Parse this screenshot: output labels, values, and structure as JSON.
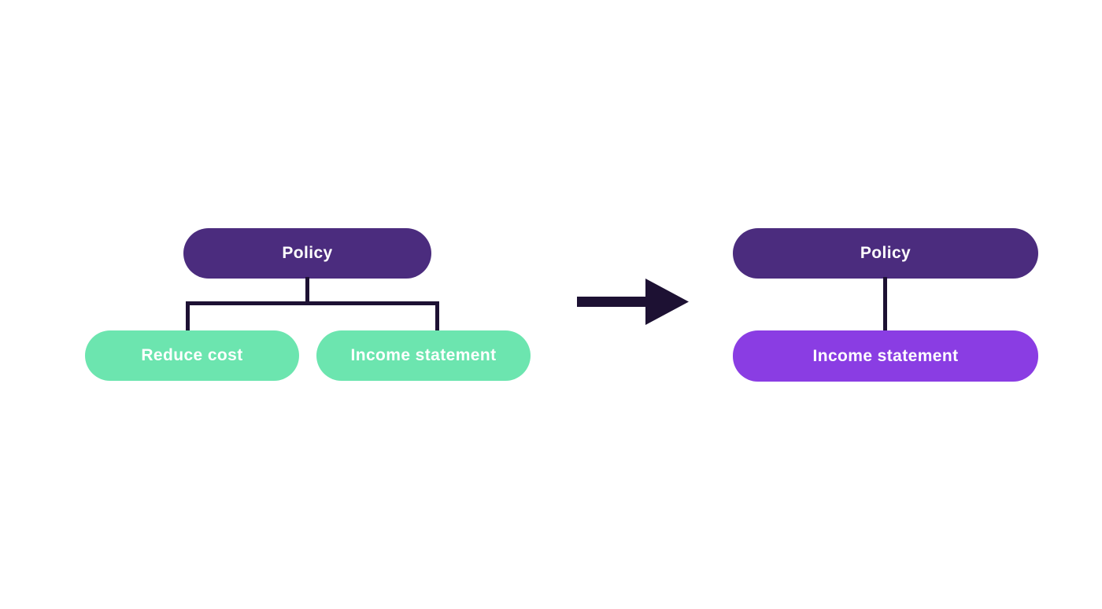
{
  "colors": {
    "background": "#ffffff",
    "root_node_bg": "#4b2c7e",
    "child_node_bg": "#6ce5af",
    "highlight_node_bg": "#8a3de3",
    "connector": "#1d1133",
    "node_text": "#ffffff"
  },
  "before": {
    "root": {
      "label": "Policy"
    },
    "children": [
      {
        "label": "Reduce cost"
      },
      {
        "label": "Income statement"
      }
    ]
  },
  "arrow": {
    "icon": "right-arrow"
  },
  "after": {
    "root": {
      "label": "Policy"
    },
    "child": {
      "label": "Income statement"
    }
  }
}
